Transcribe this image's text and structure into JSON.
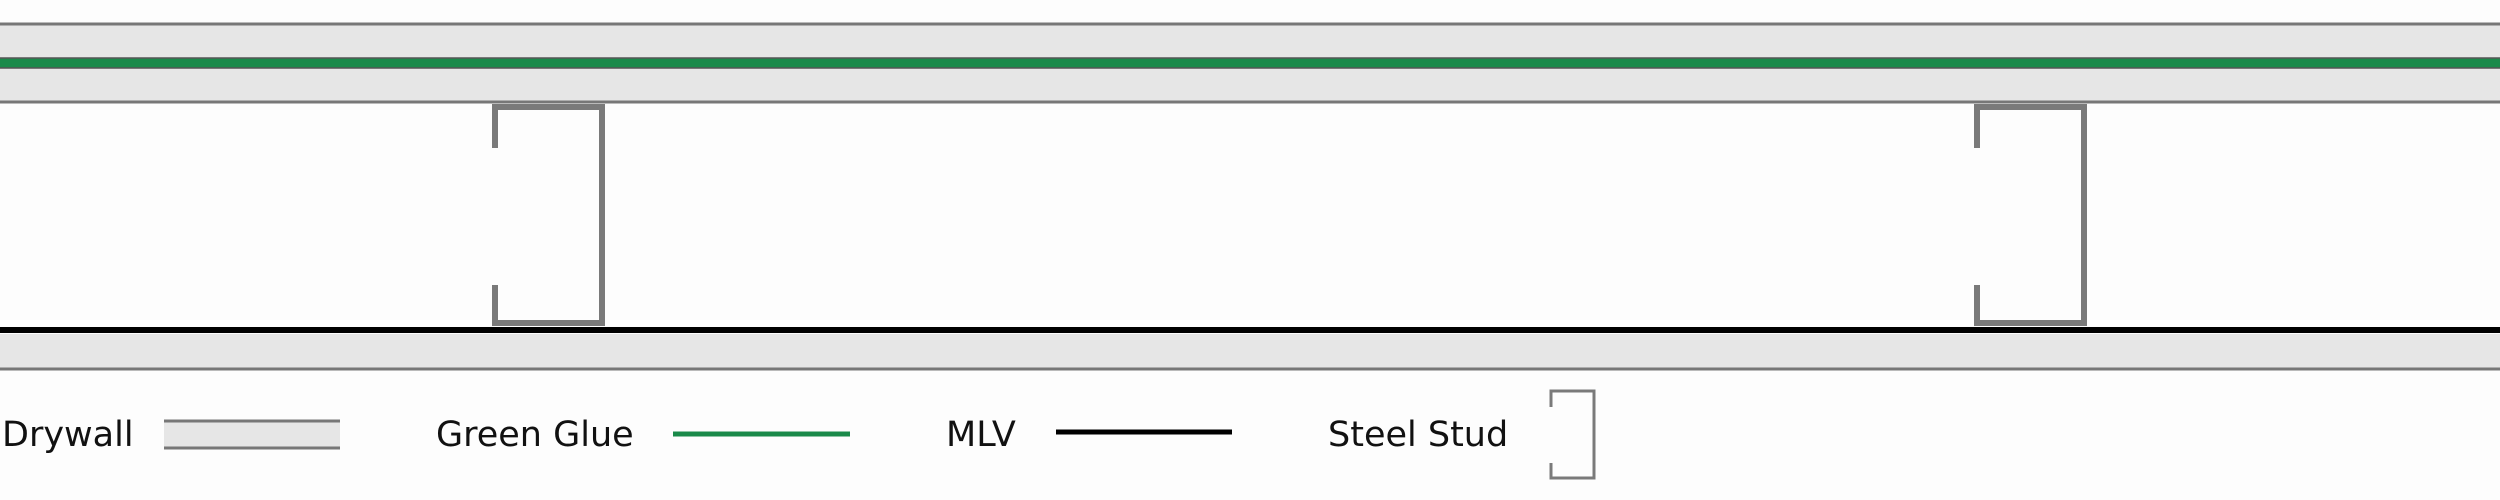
{
  "colors": {
    "background": "#fdfdfd",
    "drywall_fill": "#e6e6e6",
    "drywall_edge": "#777777",
    "green_glue": "#1a8a4a",
    "mlv": "#000000",
    "steel_stud": "#7a7a7a"
  },
  "legend": [
    {
      "key": "drywall",
      "label": "Drywall",
      "swatch": "drywall-swatch"
    },
    {
      "key": "green_glue",
      "label": "Green Glue",
      "swatch": "green-line"
    },
    {
      "key": "mlv",
      "label": "MLV",
      "swatch": "black-line"
    },
    {
      "key": "steel_stud",
      "label": "Steel Stud",
      "swatch": "stud-bracket"
    }
  ]
}
